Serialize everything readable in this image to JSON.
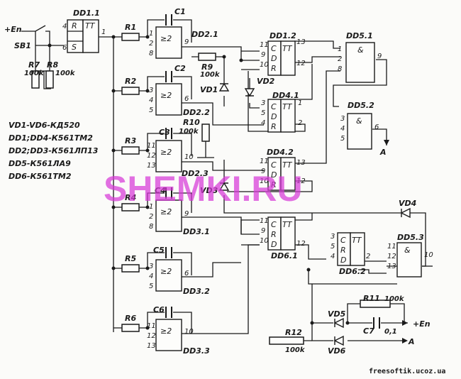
{
  "watermark": "SHEMKI.RU",
  "site": "freesoftik.ucoz.ua",
  "legend": [
    "VD1-VD6-КД520",
    "DD1;DD4-К561ТМ2",
    "DD2;DD3-К561ЛП13",
    "DD5-К561ЛА9",
    "DD6-К561ТМ2"
  ],
  "labels": {
    "en_in": "+En",
    "en_out": "+En",
    "sb1": "SB1",
    "r7": "R7",
    "r7v": "100k",
    "r8": "R8",
    "r8v": "100k",
    "r1": "R1",
    "r2": "R2",
    "r3": "R3",
    "r4": "R4",
    "r5": "R5",
    "r6": "R6",
    "c1": "C1",
    "c2": "C2",
    "c3": "C3",
    "c4": "C4",
    "c5": "C5",
    "c6": "C6",
    "c7": "C7",
    "c7v": "0,1",
    "r9": "R9",
    "r9v": "100k",
    "r10": "R10",
    "r10v": "100k",
    "r11": "R11",
    "r11v": "100k",
    "r12": "R12",
    "r12v": "100k",
    "vd1": "VD1",
    "vd2": "VD2",
    "vd3": "VD3",
    "vd4": "VD4",
    "vd5": "VD5",
    "vd6": "VD6",
    "dd11": "DD1.1",
    "dd12": "DD1.2",
    "dd21": "DD2.1",
    "dd22": "DD2.2",
    "dd23": "DD2.3",
    "dd31": "DD3.1",
    "dd32": "DD3.2",
    "dd33": "DD3.3",
    "dd41": "DD4.1",
    "dd42": "DD4.2",
    "dd51": "DD5.1",
    "dd52": "DD5.2",
    "dd53": "DD5.3",
    "dd61": "DD6.1",
    "dd62": "DD6.2",
    "a1": "A",
    "a2": "A",
    "tt": "TT",
    "ge2": "≥2",
    "and": "&",
    "r": "R",
    "s": "S",
    "c": "C",
    "d": "D"
  }
}
